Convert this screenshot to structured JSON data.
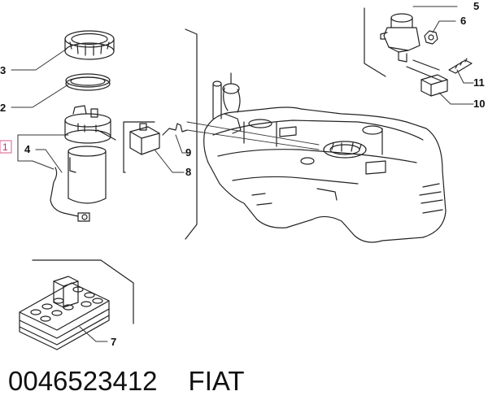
{
  "diagram": {
    "callouts": [
      {
        "id": "c1",
        "text": "1"
      },
      {
        "id": "c2",
        "text": "2"
      },
      {
        "id": "c3",
        "text": "3"
      },
      {
        "id": "c4",
        "text": "4"
      },
      {
        "id": "c5",
        "text": "5"
      },
      {
        "id": "c6",
        "text": "6"
      },
      {
        "id": "c7",
        "text": "7"
      },
      {
        "id": "c8",
        "text": "8"
      },
      {
        "id": "c9",
        "text": "9"
      },
      {
        "id": "c10",
        "text": "10"
      },
      {
        "id": "c11",
        "text": "11"
      }
    ],
    "highlight_color": "#e07aa3"
  },
  "caption": {
    "part_number": "0046523412",
    "brand": "FIAT"
  }
}
